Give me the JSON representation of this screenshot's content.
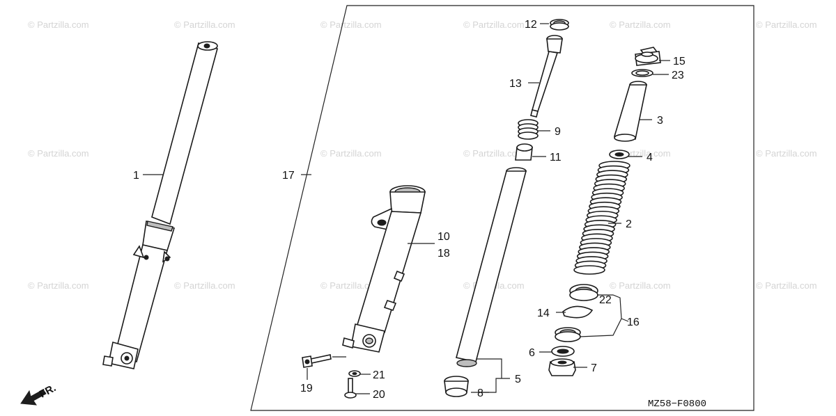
{
  "diagram": {
    "diagram_code": "MZ58−F0800",
    "direction_label": "FR.",
    "watermark_text": "© Partzilla.com",
    "callouts": {
      "c1": "1",
      "c2": "2",
      "c3": "3",
      "c4": "4",
      "c5": "5",
      "c6": "6",
      "c7": "7",
      "c8": "8",
      "c9": "9",
      "c10": "10",
      "c11": "11",
      "c12": "12",
      "c13": "13",
      "c14": "14",
      "c15": "15",
      "c16": "16",
      "c17": "17",
      "c18": "18",
      "c19": "19",
      "c20": "20",
      "c21": "21",
      "c22": "22",
      "c23": "23"
    }
  }
}
